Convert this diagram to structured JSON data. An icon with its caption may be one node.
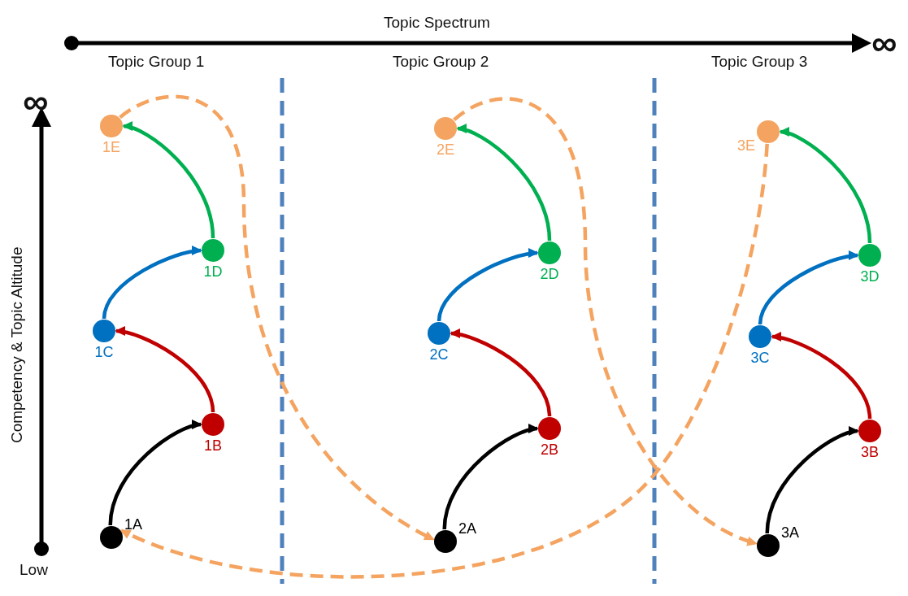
{
  "diagram": {
    "nodes": [
      {
        "text": [
          "1A"
        ]
      },
      {
        "text": [
          "1B"
        ]
      },
      {
        "text": [
          "1C"
        ]
      },
      {
        "text": [
          "1D"
        ]
      },
      {
        "text": [
          "1E"
        ]
      },
      {
        "text": [
          "2A"
        ]
      },
      {
        "text": [
          "2B"
        ]
      },
      {
        "text": [
          "2C"
        ]
      },
      {
        "text": [
          "2D"
        ]
      },
      {
        "text": [
          "2E"
        ]
      },
      {
        "text": [
          "3A"
        ]
      },
      {
        "text": [
          "3B"
        ]
      },
      {
        "text": [
          "3C"
        ]
      },
      {
        "text": [
          "3D"
        ]
      },
      {
        "text": [
          "3E"
        ]
      }
    ],
    "edges": [
      {
        "from": 0,
        "to": 1,
        "arrow": "to",
        "color": "#000000"
      },
      {
        "from": 1,
        "to": 2,
        "arrow": "to",
        "color": "#c00000"
      },
      {
        "from": 2,
        "to": 3,
        "arrow": "to",
        "color": "#0070c0"
      },
      {
        "from": 3,
        "to": 4,
        "arrow": "to",
        "color": "#00b050"
      },
      {
        "from": 5,
        "to": 6,
        "arrow": "to",
        "color": "#000000"
      },
      {
        "from": 6,
        "to": 7,
        "arrow": "to",
        "color": "#c00000"
      },
      {
        "from": 7,
        "to": 8,
        "arrow": "to",
        "color": "#0070c0"
      },
      {
        "from": 8,
        "to": 9,
        "arrow": "to",
        "color": "#00b050"
      },
      {
        "from": 10,
        "to": 11,
        "arrow": "to",
        "color": "#000000"
      },
      {
        "from": 11,
        "to": 12,
        "arrow": "to",
        "color": "#c00000"
      },
      {
        "from": 12,
        "to": 13,
        "arrow": "to",
        "color": "#0070c0"
      },
      {
        "from": 13,
        "to": 14,
        "arrow": "to",
        "color": "#00b050"
      },
      {
        "from": 4,
        "to": 5,
        "arrow": "to",
        "style": "dashed",
        "color": "#f4a460"
      },
      {
        "from": 9,
        "to": 10,
        "arrow": "to",
        "style": "dashed",
        "color": "#f4a460"
      },
      {
        "from": 14,
        "to": 0,
        "arrow": "to",
        "style": "dashed",
        "color": "#f4a460"
      }
    ],
    "labels": [
      "Topic Spectrum",
      "∞",
      "Topic Group 1",
      "Topic Group 2",
      "Topic Group 3",
      "∞",
      "Competency & Topic Altitude",
      "Low"
    ]
  }
}
